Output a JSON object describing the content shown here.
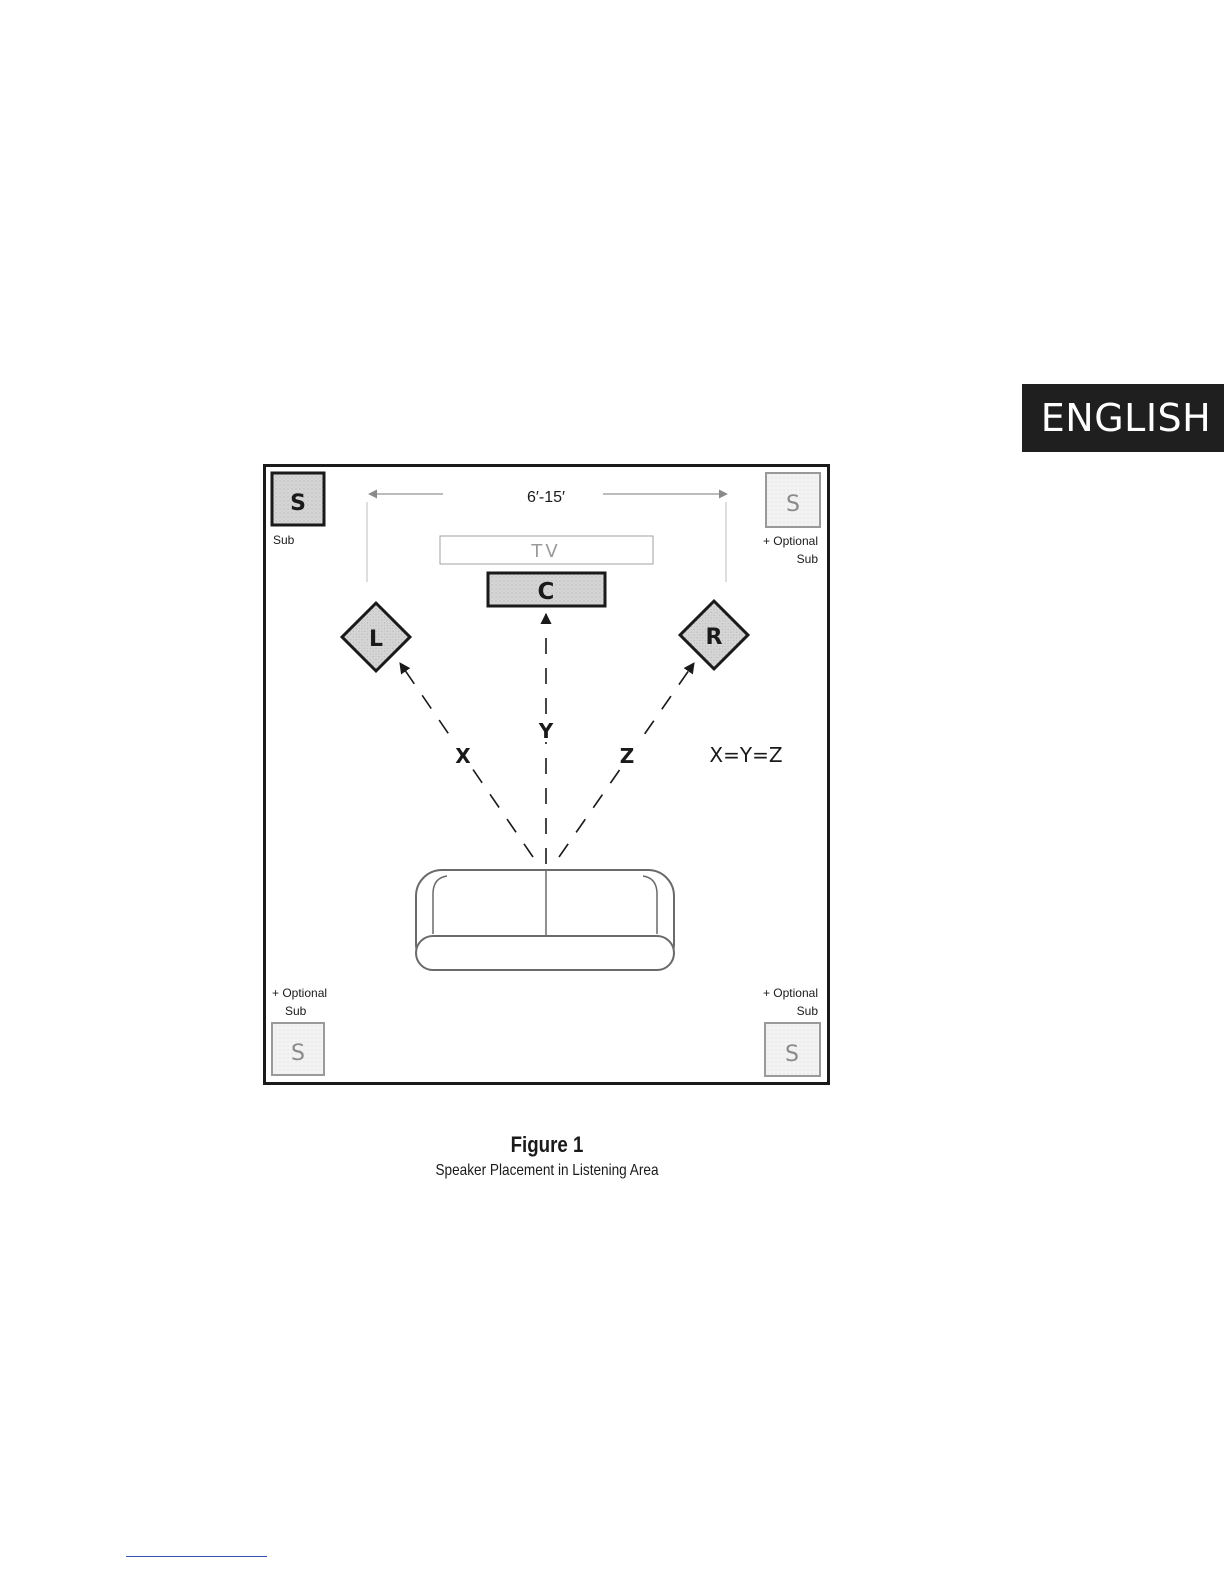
{
  "language_tab": "ENGLISH",
  "diagram": {
    "width_range": "6′-15′",
    "tv": "TV",
    "center": "C",
    "left": "L",
    "right": "R",
    "distances": {
      "x": "X",
      "y": "Y",
      "z": "Z"
    },
    "equation": "X=Y=Z",
    "subs": {
      "main": {
        "letter": "S",
        "label": "Sub"
      },
      "optional_top_right": {
        "letter": "S",
        "line1": "+ Optional",
        "line2": "Sub"
      },
      "optional_bottom_left": {
        "letter": "S",
        "line1": "+ Optional",
        "line2": "Sub"
      },
      "optional_bottom_right": {
        "letter": "S",
        "line1": "+ Optional",
        "line2": "Sub"
      }
    }
  },
  "caption": {
    "title": "Figure 1",
    "subtitle": "Speaker Placement in Listening Area"
  }
}
